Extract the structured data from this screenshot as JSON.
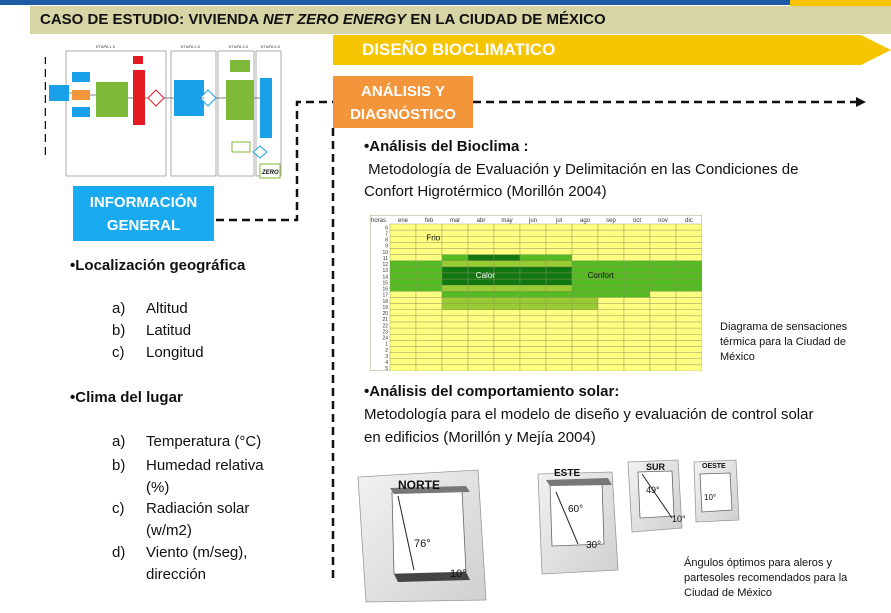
{
  "header": {
    "title_prefix": "CASO DE ESTUDIO: VIVIENDA ",
    "title_emph": "NET ZERO ENERGY",
    "title_suffix": " EN LA CIUDAD DE MÉXICO"
  },
  "banner": {
    "label": "DISEÑO BIOCLIMATICO"
  },
  "analisis_box": {
    "line1": "ANÁLISIS Y",
    "line2": "DIAGNÓSTICO"
  },
  "info_box": {
    "line1": "INFORMACIÓN",
    "line2": "GENERAL"
  },
  "flowchart": {
    "stages": [
      "ETAPA 1.0",
      "ETAPA 2.0",
      "ETAPA 3.0",
      "ETAPA 4.0"
    ],
    "logo": "ZERO"
  },
  "left": {
    "section1": {
      "title": "•Localización geográfica",
      "items": [
        {
          "letter": "a)",
          "text": "Altitud"
        },
        {
          "letter": "b)",
          "text": "Latitud"
        },
        {
          "letter": "c)",
          "text": "Longitud"
        }
      ]
    },
    "section2": {
      "title": "•Clima del lugar",
      "items": [
        {
          "letter": "a)",
          "text": "Temperatura (°C)"
        },
        {
          "letter": "b)",
          "text": "Humedad relativa",
          "text2": "(%)"
        },
        {
          "letter": "c)",
          "text": "Radiación solar",
          "text2": "(w/m2)"
        },
        {
          "letter": "d)",
          "text": "Viento (m/seg),",
          "text2": "dirección"
        }
      ]
    }
  },
  "bioclima": {
    "title": "•Análisis del Bioclima :",
    "line1": " Metodología de Evaluación y Delimitación en las Condiciones de",
    "line2": "Confort Higrotérmico (Morillón 2004)"
  },
  "chart_data": {
    "type": "heatmap",
    "corner": "horas",
    "months": [
      "ene",
      "feb",
      "mar",
      "abr",
      "may",
      "jun",
      "jul",
      "ago",
      "sep",
      "oct",
      "nov",
      "dic"
    ],
    "hours": [
      6,
      7,
      8,
      9,
      10,
      11,
      12,
      13,
      14,
      15,
      16,
      17,
      18,
      19,
      20,
      21,
      22,
      23,
      24,
      1,
      2,
      3,
      4,
      5
    ],
    "zones": {
      "frio": "Frio",
      "calor": "Calor",
      "confort": "Confort"
    },
    "colors": {
      "frio": "#ffff80",
      "confort": "#55bb22",
      "calor": "#117711",
      "transition": "#99cc33",
      "grid": "#8f8f60"
    }
  },
  "chart_caption": {
    "line1": "Diagrama de sensaciones",
    "line2": "térmica  para la Ciudad de",
    "line3": "México"
  },
  "solar": {
    "title": "•Análisis del comportamiento solar:",
    "line1": "Metodología para el modelo de diseño y evaluación de control solar",
    "line2": "en edificios (Morillón y Mejía 2004)"
  },
  "windows": {
    "norte": {
      "label": "NORTE",
      "angle1": "76°",
      "angle2": "10°"
    },
    "este": {
      "label": "ESTE",
      "angle1": "60°",
      "angle2": "30°"
    },
    "sur": {
      "label": "SUR",
      "angle1": "49°",
      "angle2": "10°"
    },
    "oeste": {
      "label": "OESTE",
      "angle1": "10°"
    }
  },
  "windows_caption": {
    "line1": "Ángulos óptimos para aleros y",
    "line2": "partesoles recomendados para la",
    "line3": "Ciudad de México"
  }
}
